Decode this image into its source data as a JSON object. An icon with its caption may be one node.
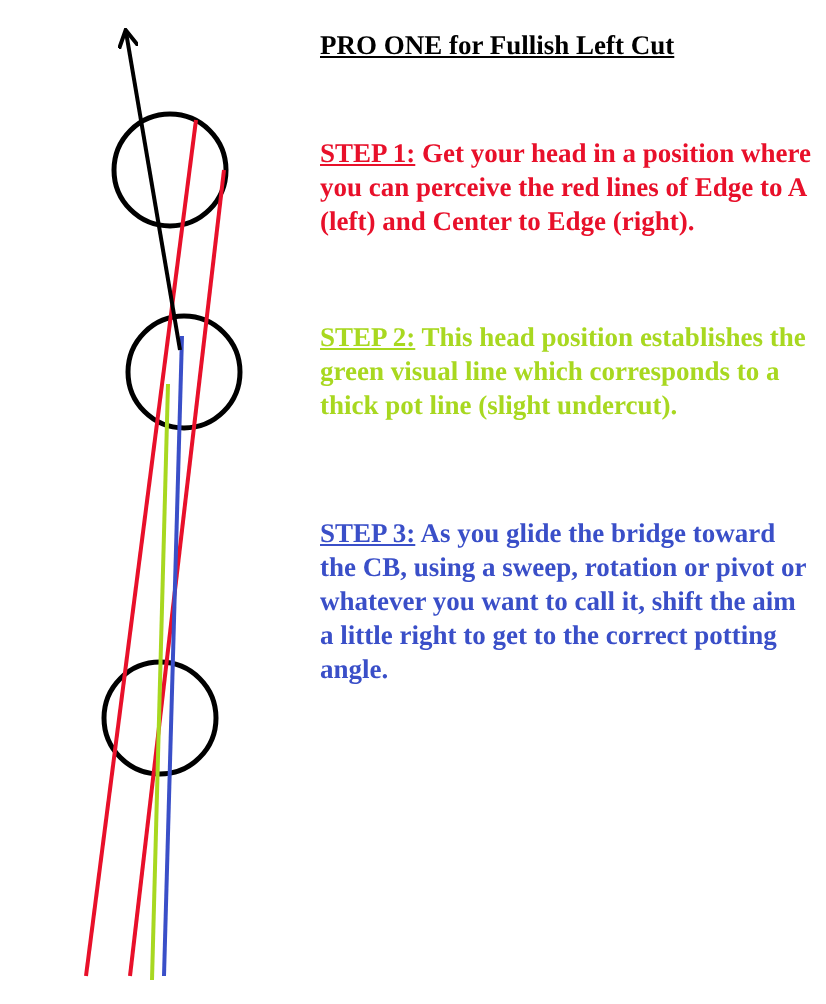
{
  "diagram": {
    "title": "PRO ONE for Fullish Left Cut",
    "labels": [
      "STEP 1:",
      "Get your head in a position where you can perceive the red lines of Edge to A (left) and Center to Edge (right).",
      "STEP 2:",
      "This head position establishes the green visual line which corresponds to a thick pot line (slight undercut).",
      "STEP 3:",
      "As you glide the bridge toward the CB, using a sweep, rotation or pivot or whatever you want to call it, shift the aim a little right to get to the correct potting angle."
    ]
  }
}
